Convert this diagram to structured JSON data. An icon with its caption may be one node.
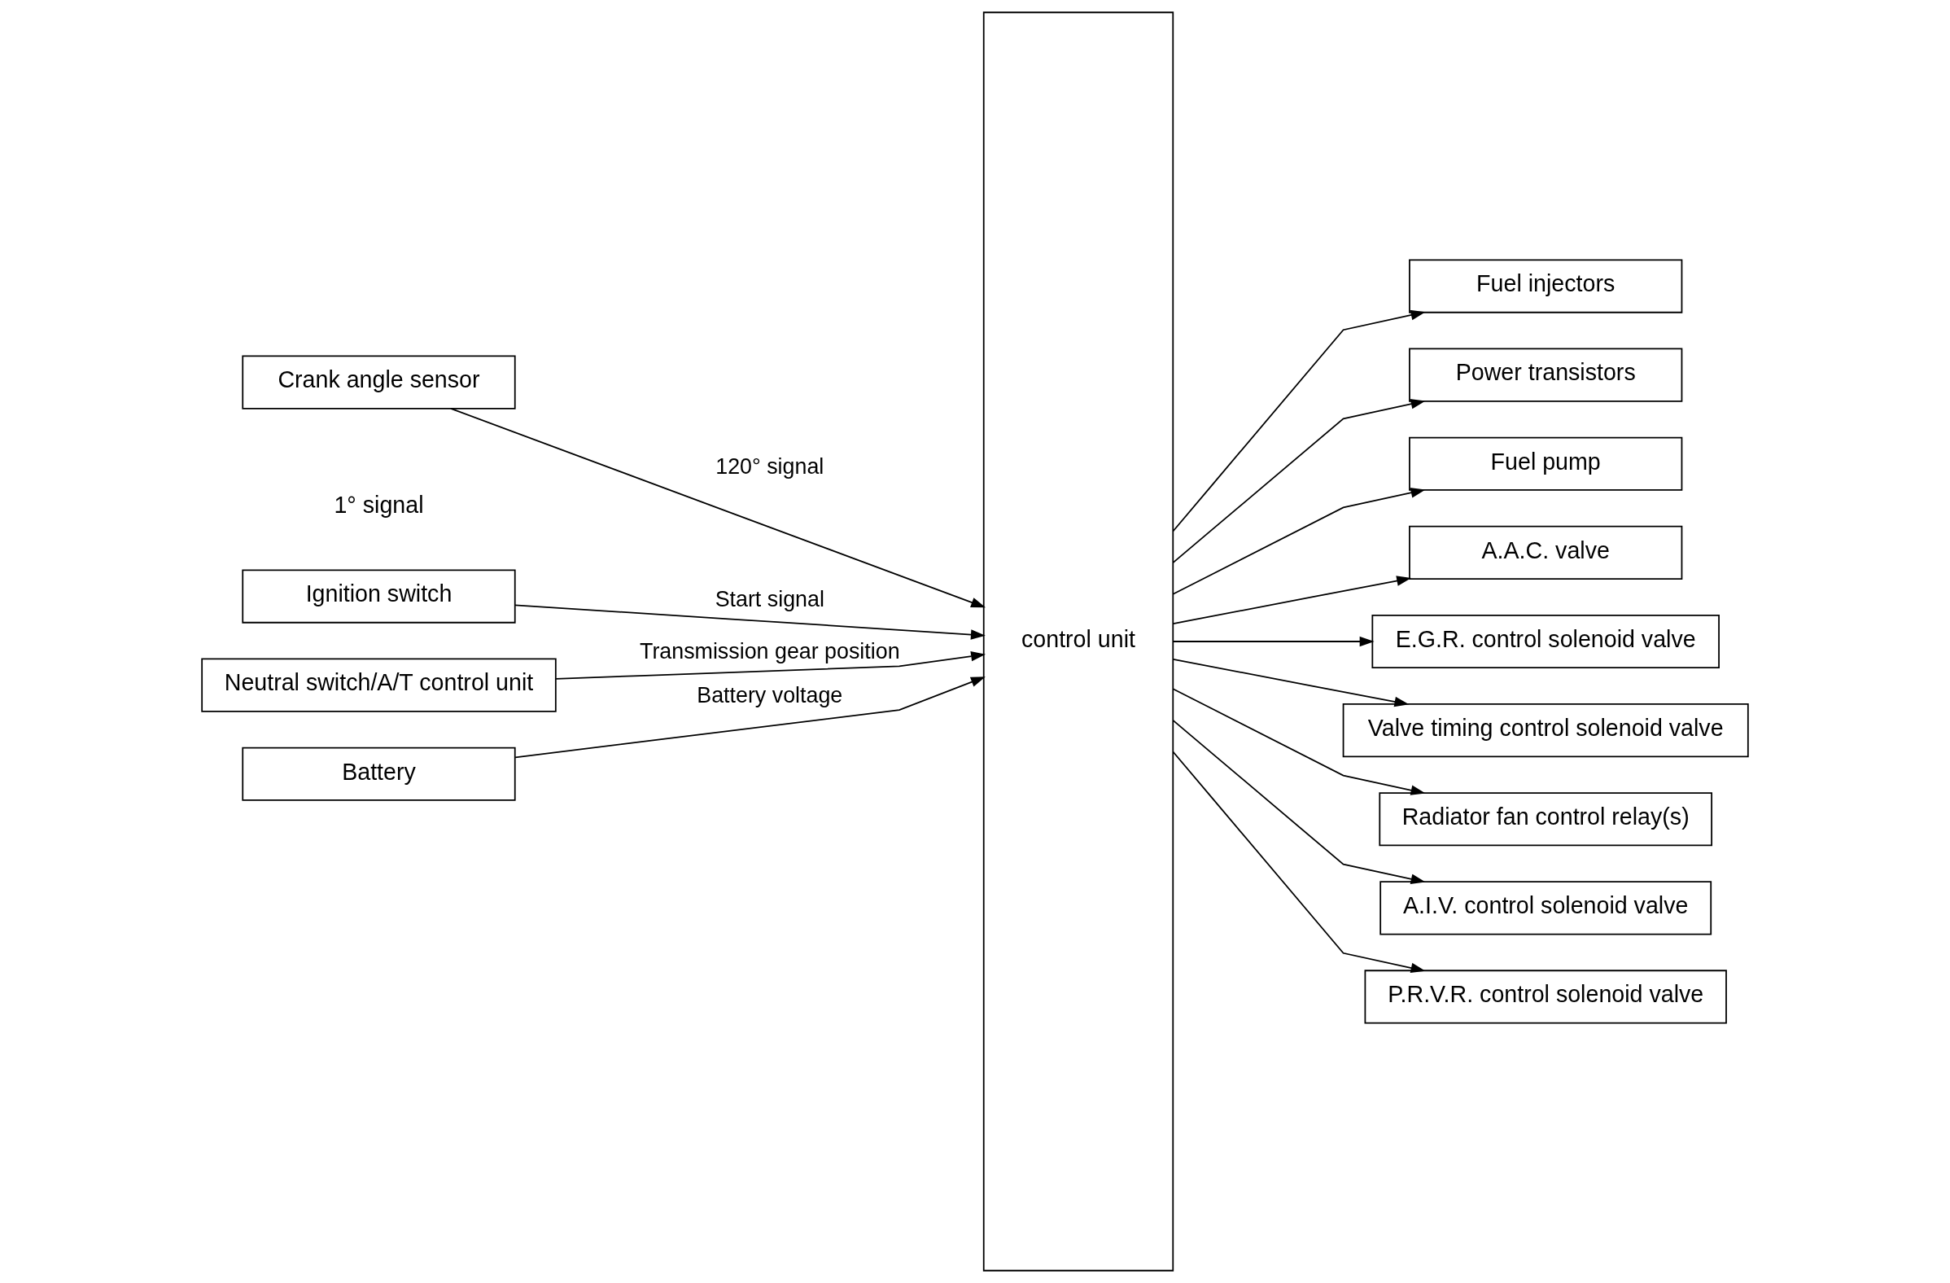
{
  "diagram": {
    "nodes": [
      {
        "text": [
          "Crank angle sensor"
        ]
      },
      {
        "text": [
          "Ignition switch"
        ]
      },
      {
        "text": [
          "Neutral switch/A/T control unit"
        ]
      },
      {
        "text": [
          "Battery"
        ]
      },
      {
        "text": [
          "control unit"
        ]
      },
      {
        "text": [
          "Fuel injectors"
        ]
      },
      {
        "text": [
          "Power transistors"
        ]
      },
      {
        "text": [
          "Fuel pump"
        ]
      },
      {
        "text": [
          "A.A.C. valve"
        ]
      },
      {
        "text": [
          "E.G.R. control solenoid valve"
        ]
      },
      {
        "text": [
          "Valve timing control solenoid valve"
        ]
      },
      {
        "text": [
          "Radiator fan control relay(s)"
        ]
      },
      {
        "text": [
          "A.I.V. control solenoid valve"
        ]
      },
      {
        "text": [
          "P.R.V.R. control solenoid valve"
        ]
      }
    ],
    "edges": [
      {
        "from": 0,
        "to": 4,
        "arrow": "to",
        "label": "120° signal"
      },
      {
        "from": 1,
        "to": 4,
        "arrow": "to",
        "label": "Start signal"
      },
      {
        "from": 2,
        "to": 4,
        "arrow": "to",
        "label": "Transmission gear position"
      },
      {
        "from": 3,
        "to": 4,
        "arrow": "to",
        "label": "Battery voltage"
      },
      {
        "from": 4,
        "to": 5,
        "arrow": "to"
      },
      {
        "from": 4,
        "to": 6,
        "arrow": "to"
      },
      {
        "from": 4,
        "to": 7,
        "arrow": "to"
      },
      {
        "from": 4,
        "to": 8,
        "arrow": "to"
      },
      {
        "from": 4,
        "to": 9,
        "arrow": "to"
      },
      {
        "from": 4,
        "to": 10,
        "arrow": "to"
      },
      {
        "from": 4,
        "to": 11,
        "arrow": "to"
      },
      {
        "from": 4,
        "to": 12,
        "arrow": "to"
      },
      {
        "from": 4,
        "to": 13,
        "arrow": "to"
      }
    ],
    "labels": [
      "1° signal"
    ]
  }
}
